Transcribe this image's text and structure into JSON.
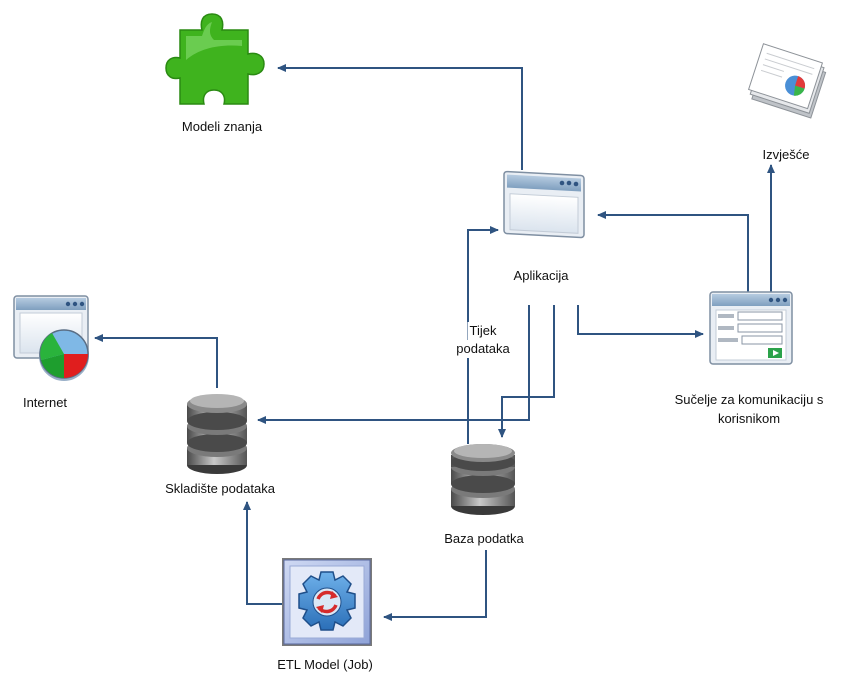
{
  "nodes": {
    "modeli_znanja": {
      "label": "Modeli znanja",
      "icon": "puzzle-icon"
    },
    "aplikacija": {
      "label": "Aplikacija",
      "icon": "app-window-icon"
    },
    "izvjesce": {
      "label": "Izvješće",
      "icon": "report-icon"
    },
    "internet": {
      "label": "Internet",
      "icon": "internet-pie-icon"
    },
    "skladiste": {
      "label": "Skladište podataka",
      "icon": "database-icon"
    },
    "baza": {
      "label": "Baza podatka",
      "icon": "database-icon"
    },
    "sucelje": {
      "label_line1": "Sučelje za komunikaciju s",
      "label_line2": "korisnikom",
      "icon": "form-window-icon"
    },
    "etl": {
      "label": "ETL Model (Job)",
      "icon": "gear-refresh-icon"
    }
  },
  "edge_label": {
    "line1": "Tijek",
    "line2": "podataka"
  },
  "colors": {
    "connector": "#2f5481",
    "puzzle": "#3fb31e",
    "pie_red": "#e01e1e",
    "pie_green": "#1e9e2e",
    "pie_blue": "#7fb8e6"
  }
}
